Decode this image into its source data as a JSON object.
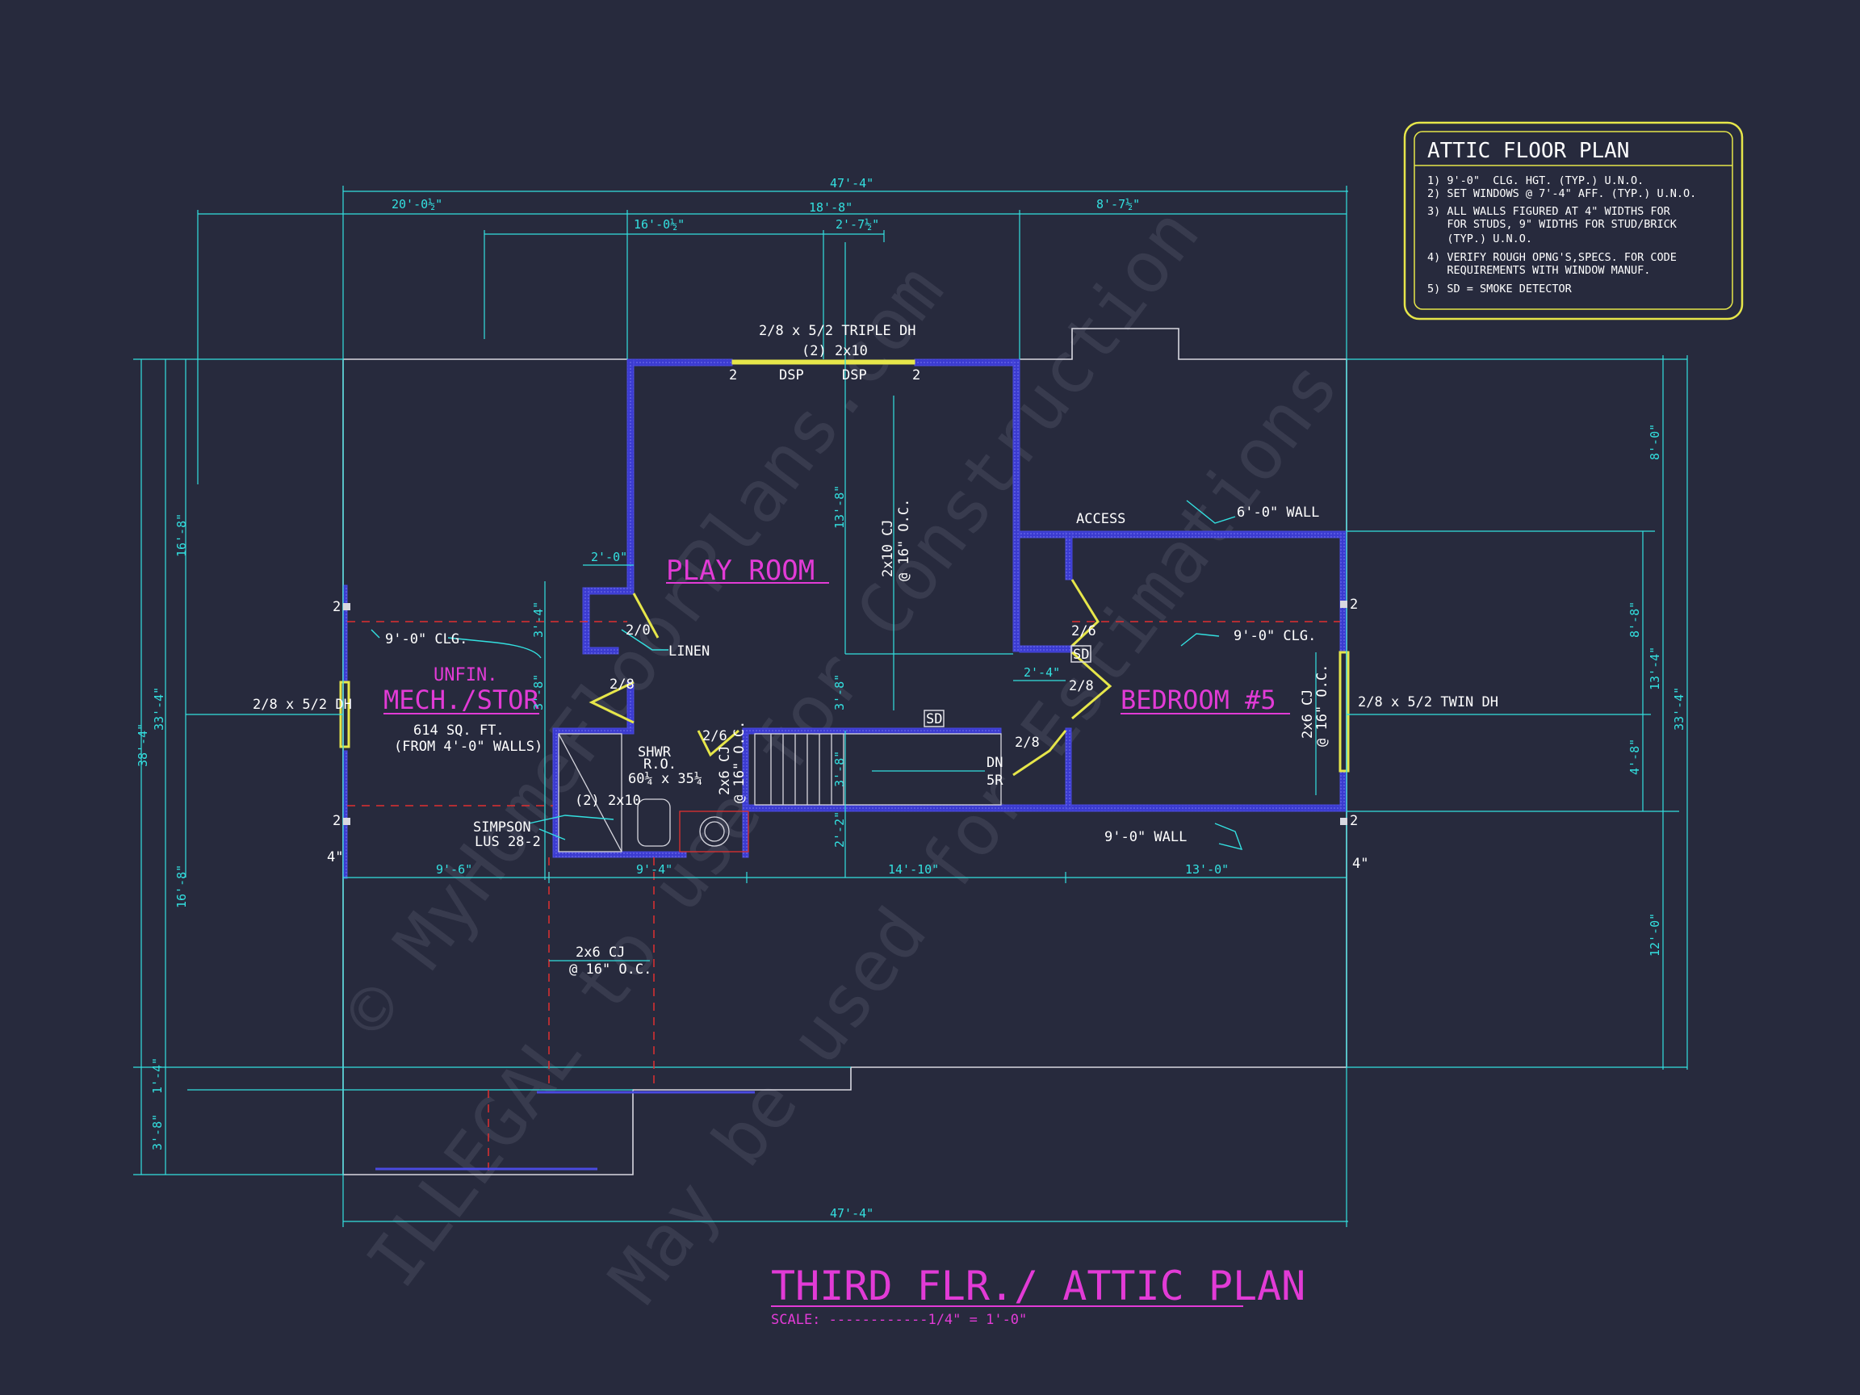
{
  "notes_panel": {
    "title": "ATTIC FLOOR PLAN",
    "notes": [
      "1) 9'-0\"  CLG. HGT. (TYP.) U.N.O.",
      "2) SET WINDOWS @ 7'-4\" AFF. (TYP.) U.N.O.",
      "3) ALL WALLS FIGURED AT 4\" WIDTHS FOR",
      "   FOR STUDS, 9\" WIDTHS FOR STUD/BRICK",
      "   (TYP.) U.N.O.",
      "4) VERIFY ROUGH OPNG'S,SPECS. FOR CODE",
      "   REQUIREMENTS WITH WINDOW MANUF.",
      "5) SD = SMOKE DETECTOR"
    ]
  },
  "rooms": {
    "play_room": "PLAY ROOM",
    "unfin": "UNFIN.",
    "mech_stor": "MECH./STOR",
    "area": "614 SQ. FT.",
    "area_note": "(FROM 4'-0\" WALLS)",
    "bedroom": "BEDROOM #5",
    "linen": "LINEN"
  },
  "labels": {
    "triple_dh": "2/8 x 5/2 TRIPLE DH",
    "header_2x10": "(2) 2x10",
    "dsp": "DSP",
    "win_2": "2",
    "dh_left": "2/8 x 5/2 DH",
    "twin_dh": "2/8 x 5/2 TWIN DH",
    "access": "ACCESS",
    "wall_6": "6'-0\" WALL",
    "wall_9": "9'-0\" WALL",
    "clg_left": "9'-0\" CLG.",
    "clg_right": "9'-0\" CLG.",
    "cj_2x10": "2x10 CJ",
    "cj_2x6": "2x6 CJ",
    "oc16": "@ 16\" O.C.",
    "shwr": "SHWR",
    "ro": "R.O.",
    "shwr_size": "60¼ x 35¼",
    "header_2x10_b": "(2) 2x10",
    "simpson": "SIMPSON",
    "lus": "LUS 28-2",
    "sd": "SD",
    "dn": "DN",
    "risers": "5R",
    "door_2_0": "2/0",
    "door_2_8_a": "2/8",
    "door_2_6_a": "2/6",
    "door_2_6_b": "2/6",
    "door_2_8_b": "2/8",
    "door_2_8_c": "2/8",
    "four_in": "4\""
  },
  "dimensions": {
    "overall_top": "47'-4\"",
    "overall_bottom": "47'-4\"",
    "d_20_0": "20'-0½\"",
    "d_18_8": "18'-8\"",
    "d_8_7": "8'-7½\"",
    "d_16_0": "16'-0½\"",
    "d_2_7": "2'-7½\"",
    "d_9_6": "9'-6\"",
    "d_9_4": "9'-4\"",
    "d_14_10": "14'-10\"",
    "d_13_0": "13'-0\"",
    "d_2_0": "2'-0\"",
    "d_2_4": "2'-4\"",
    "l_38_4": "38'-4\"",
    "l_33_4": "33'-4\"",
    "l_16_8_top": "16'-8\"",
    "l_16_8_bot": "16'-8\"",
    "l_1_4": "1'-4\"",
    "l_3_8": "3'-8\"",
    "c_13_8": "13'-8\"",
    "c_3_4": "3'-4\"",
    "c_3_8a": "3'-8\"",
    "c_3_8b": "3'-8\"",
    "c_3_8c": "3'-8\"",
    "c_2_2": "2'-2\"",
    "r_8_0": "8'-0\"",
    "r_8_8": "8'-8\"",
    "r_13_4": "13'-4\"",
    "r_4_8": "4'-8\"",
    "r_33_4": "33'-4\"",
    "r_12_0": "12'-0\""
  },
  "title_block": {
    "title": "THIRD FLR./ ATTIC PLAN",
    "scale": "SCALE: ------------1/4\" = 1'-0\""
  },
  "watermark": {
    "line1": "© MyHomeFloorPlans.com",
    "line2": "ILLEGAL to use for Construction",
    "line3": "May be used for Estimations"
  },
  "colors": {
    "background": "#272a3d",
    "dimension": "#33e0e0",
    "wall": "#4a4ae0",
    "room_label": "#e23bd6",
    "notes_border": "#e6e64a",
    "window": "#e6e64a",
    "ceiling_break": "#e03030",
    "text": "#ffffff"
  }
}
